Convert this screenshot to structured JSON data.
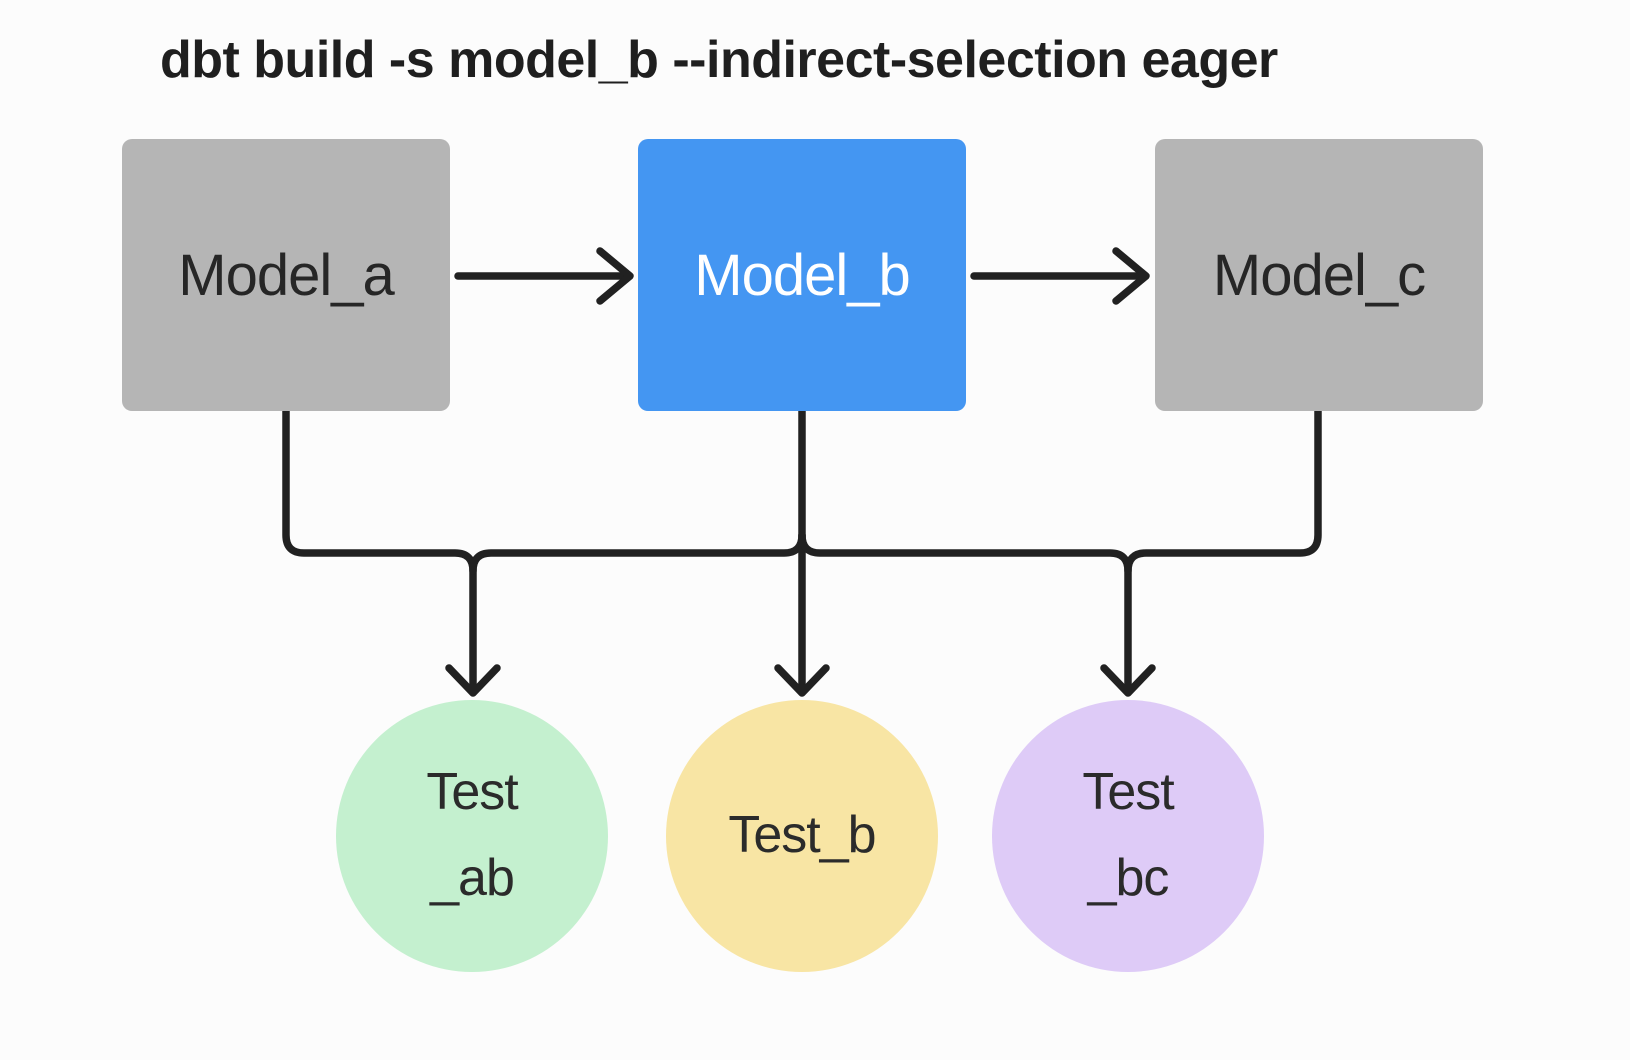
{
  "title": "dbt build -s model_b --indirect-selection eager",
  "colors": {
    "background": "#fcfcfc",
    "connector": "#212121",
    "node_default": "#b5b5b5",
    "node_selected": "#4496f2",
    "node_default_text": "#262626",
    "node_selected_text": "#ffffff",
    "test_text": "#2b2b2b",
    "test_ab_fill": "#c4f0cf",
    "test_b_fill": "#f8e5a4",
    "test_bc_fill": "#decbf7"
  },
  "nodes": {
    "model_a": {
      "label": "Model_a"
    },
    "model_b": {
      "label": "Model_b"
    },
    "model_c": {
      "label": "Model_c"
    }
  },
  "tests": {
    "test_ab": {
      "lines": [
        "Test",
        "_ab"
      ]
    },
    "test_b": {
      "lines": [
        "Test_b"
      ]
    },
    "test_bc": {
      "lines": [
        "Test",
        "_bc"
      ]
    }
  }
}
